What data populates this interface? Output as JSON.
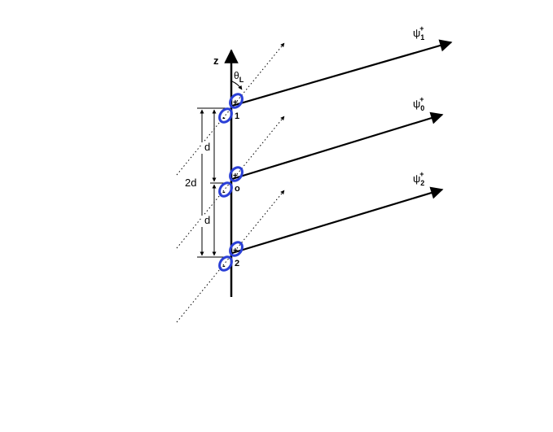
{
  "axis": {
    "z_label": "z",
    "theta_label": "θ",
    "theta_sub": "L"
  },
  "dims": {
    "d_upper": "d",
    "d_lower": "d",
    "two_d": "2d"
  },
  "elements": [
    {
      "id": "1",
      "label": "1",
      "plus": "+",
      "minus": "-"
    },
    {
      "id": "0",
      "label": "o",
      "plus": "+",
      "minus": "-"
    },
    {
      "id": "2",
      "label": "2",
      "plus": "+",
      "minus": "-"
    }
  ],
  "waves": [
    {
      "id": "1",
      "symbol": "ψ",
      "sub": "1",
      "sup": "+"
    },
    {
      "id": "0",
      "symbol": "ψ",
      "sub": "0",
      "sup": "+"
    },
    {
      "id": "2",
      "symbol": "ψ",
      "sub": "2",
      "sup": "+"
    }
  ],
  "colors": {
    "ring": "#2a3fd6",
    "line": "#000000"
  }
}
